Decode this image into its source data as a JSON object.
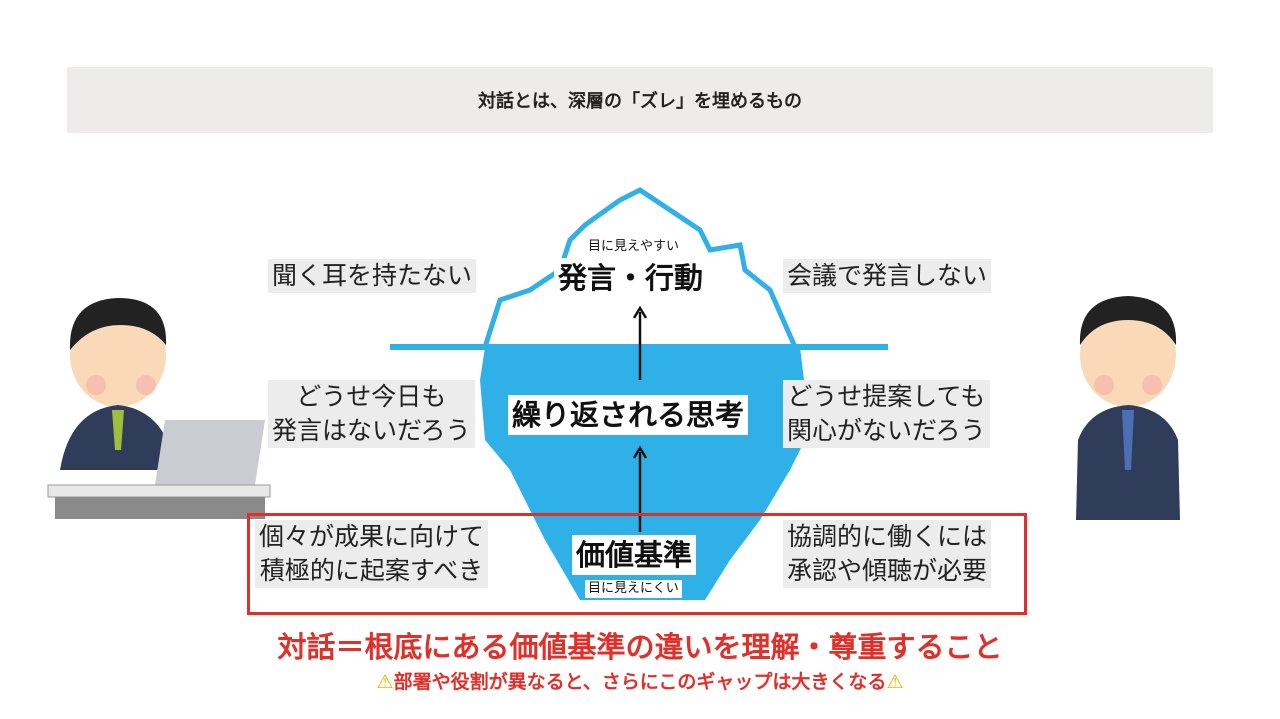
{
  "title": "対話とは、深層の「ズレ」を埋めるもの",
  "iceberg": {
    "top_small": "目に見えやすい",
    "top_label": "発言・行動",
    "middle_label": "繰り返される思考",
    "bottom_label": "価値基準",
    "bottom_small": "目に見えにくい",
    "colors": {
      "water": "#2fb0e6",
      "outline": "#2fb0e6"
    }
  },
  "left": {
    "behavior": "聞く耳を持たない",
    "thought": [
      "どうせ今日も",
      "発言はないだろう"
    ],
    "value": [
      "個々が成果に向けて",
      "積極的に起案すべき"
    ]
  },
  "right": {
    "behavior": "会議で発言しない",
    "thought": [
      "どうせ提案しても",
      "関心がないだろう"
    ],
    "value": [
      "協調的に働くには",
      "承認や傾聴が必要"
    ]
  },
  "conclusion": "対話＝根底にある価値基準の違いを理解・尊重すること",
  "note": "部署や役割が異なると、さらにこのギャップは大きくなる",
  "warning_icon": "⚠"
}
